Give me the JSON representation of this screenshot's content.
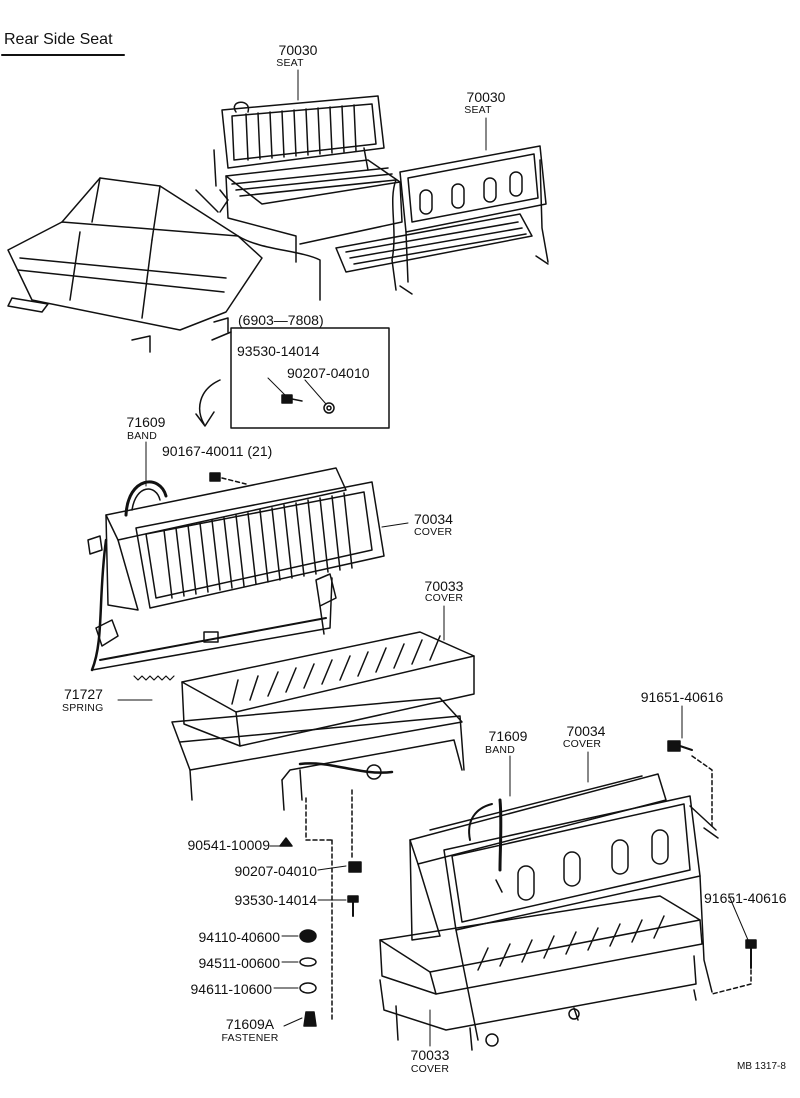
{
  "title": "Rear Side Seat",
  "range_note": "(6903—7808)",
  "drawing_code": "MB 1317-8",
  "parts": {
    "seat_a": {
      "number": "70030",
      "name": "SEAT"
    },
    "seat_b": {
      "number": "70030",
      "name": "SEAT"
    },
    "bolt_box": {
      "number": "93530-14014"
    },
    "nut_box": {
      "number": "90207-04010"
    },
    "band_a": {
      "number": "71609",
      "name": "BAND"
    },
    "clip": {
      "number": "90167-40011 (21)"
    },
    "cover_back_a": {
      "number": "70034",
      "name": "COVER"
    },
    "cover_cushion_a": {
      "number": "70033",
      "name": "COVER"
    },
    "spring": {
      "number": "71727",
      "name": "SPRING"
    },
    "bolt_right_top": {
      "number": "91651-40616"
    },
    "band_b": {
      "number": "71609",
      "name": "BAND"
    },
    "cover_back_b": {
      "number": "70034",
      "name": "COVER"
    },
    "cushion_stop": {
      "number": "90541-10009"
    },
    "nut": {
      "number": "90207-04010"
    },
    "bolt": {
      "number": "93530-14014"
    },
    "nut_2": {
      "number": "94110-40600"
    },
    "washer_1": {
      "number": "94511-00600"
    },
    "washer_2": {
      "number": "94611-10600"
    },
    "fastener": {
      "number": "71609A",
      "name": "FASTENER"
    },
    "bolt_right_bottom": {
      "number": "91651-40616"
    },
    "cover_cushion_b": {
      "number": "70033",
      "name": "COVER"
    }
  }
}
